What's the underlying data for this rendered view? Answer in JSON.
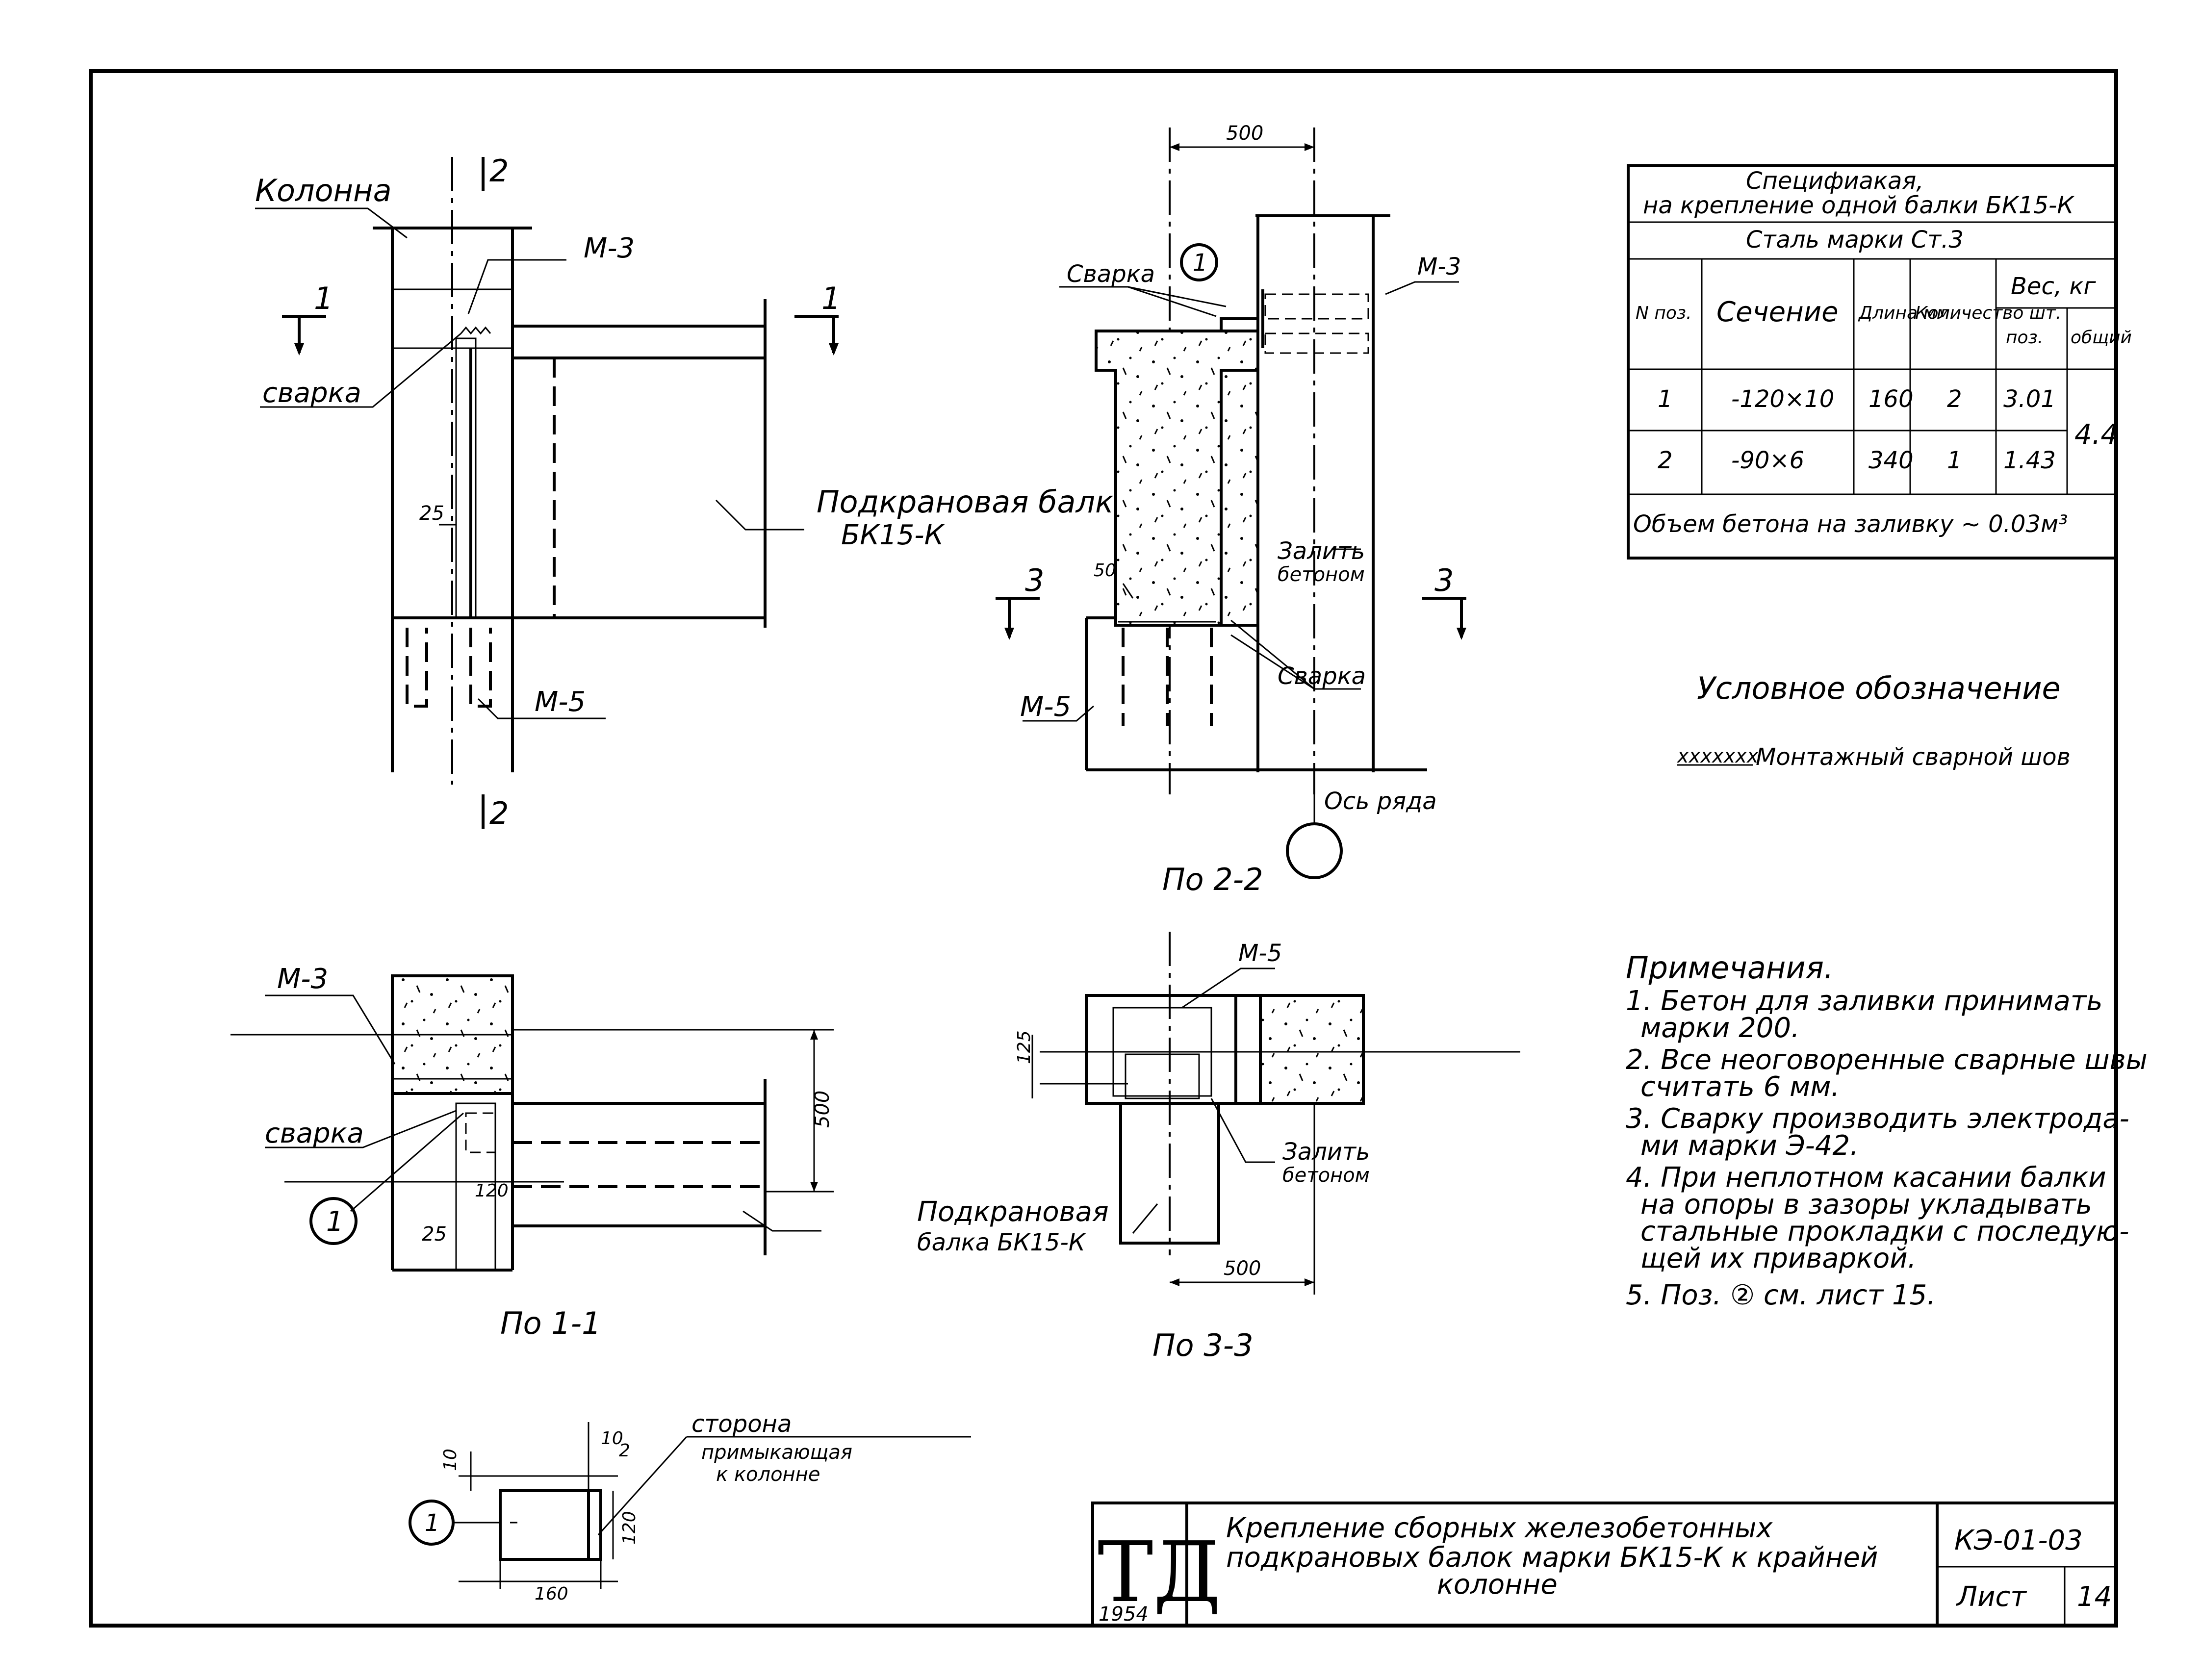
{
  "view_a": {
    "column_label": "Колонна",
    "section_mark_2_top": "2",
    "section_mark_2_bottom": "2",
    "section_mark_1_left": "1",
    "section_mark_1_right": "1",
    "m3_label": "М-3",
    "weld_label": "сварка",
    "gap_dim": "25",
    "beam_label_line1": "Подкрановая балка",
    "beam_label_line2": "БК15-К",
    "m5_label": "М-5"
  },
  "view_22": {
    "dim_top": "500",
    "weld_label_top": "Сварка",
    "pos_mark": "1",
    "m3_label": "М-3",
    "fill_label_line1": "Залить",
    "fill_label_line2": "бетоном",
    "dim_50": "50",
    "section_mark_3_left": "3",
    "section_mark_3_right": "3",
    "weld_label_bottom": "Сварка",
    "m5_label": "М-5",
    "axis_label": "Ось ряда",
    "caption": "По 2-2"
  },
  "spec": {
    "title_line1": "Специфиакая,",
    "title_line2": "на крепление одной балки БК15-К",
    "steel": "Сталь марки Ст.3",
    "headers": {
      "pos": "N поз.",
      "section": "Сечение",
      "length": "Длина мм",
      "qty": "Количество шт.",
      "weight": "Вес, кг",
      "weight_pos": "поз.",
      "weight_total": "общий"
    },
    "rows": [
      {
        "pos": "1",
        "section": "-120×10",
        "length": "160",
        "qty": "2",
        "weight": "3.01"
      },
      {
        "pos": "2",
        "section": "-90×6",
        "length": "340",
        "qty": "1",
        "weight": "1.43"
      }
    ],
    "total_weight": "4.4",
    "concrete_volume": "Объем бетона на заливку ~ 0.03м³"
  },
  "legend": {
    "title": "Условное обозначение",
    "symbol": "xxxxxxx",
    "text": "Монтажный сварной шов"
  },
  "view_11": {
    "m3_label": "М-3",
    "weld_label": "сварка",
    "pos_mark": "1",
    "dim_500": "500",
    "dim_120": "120",
    "dim_25": "25",
    "beam_label_line1": "Подкрановая",
    "beam_label_line2": "балка БК15-К",
    "caption": "По 1-1"
  },
  "view_33": {
    "m5_label": "М-5",
    "dim_125": "125",
    "fill_label_line1": "Залить",
    "fill_label_line2": "бетоном",
    "dim_500": "500",
    "caption": "По 3-3"
  },
  "notes": {
    "title": "Примечания.",
    "items": [
      "1. Бетон для заливки принимать",
      "марки 200.",
      "2. Все неоговоренные сварные швы",
      "считать 6 мм.",
      "3. Сварку производить электрода-",
      "ми марки Э-42.",
      "4. При неплотном касании балки",
      "на опоры в зазоры укладывать",
      "стальные прокладки с последую-",
      "щей их приваркой.",
      "5. Поз. ② см. лист 15."
    ]
  },
  "plate_detail": {
    "pos_mark": "1",
    "dim_10_top": "10",
    "dim_10_right": "10",
    "dim_2": "2",
    "dim_120": "120",
    "dim_160": "160",
    "side_label_line1": "сторона",
    "side_label_line2": "примыкающая",
    "side_label_line3": "к колонне"
  },
  "title_block": {
    "logo": "ТД",
    "year": "1954",
    "title_line1": "Крепление сборных железобетонных",
    "title_line2": "подкрановых балок марки БК15-К к крайней",
    "title_line3": "колонне",
    "code": "КЭ-01-03",
    "sheet_label": "Лист",
    "sheet_number": "14"
  }
}
